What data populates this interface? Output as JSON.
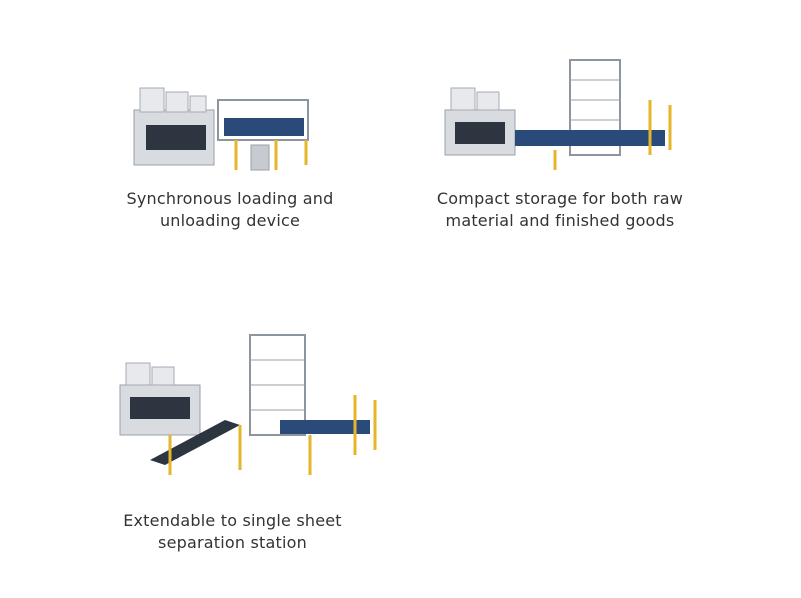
{
  "items": [
    {
      "caption_line1": "Synchronous loading and",
      "caption_line2": "unloading device",
      "image_icon": "laser-loading-machine"
    },
    {
      "caption_line1": "Compact storage for both raw",
      "caption_line2": "material and finished goods",
      "image_icon": "storage-tower-machine"
    },
    {
      "caption_line1": "Extendable to single sheet",
      "caption_line2": "separation station",
      "image_icon": "sheet-separation-machine"
    }
  ],
  "colors": {
    "accent_yellow": "#e5b52a",
    "accent_blue": "#1f3a6b",
    "machine_gray": "#cfd2d6"
  }
}
